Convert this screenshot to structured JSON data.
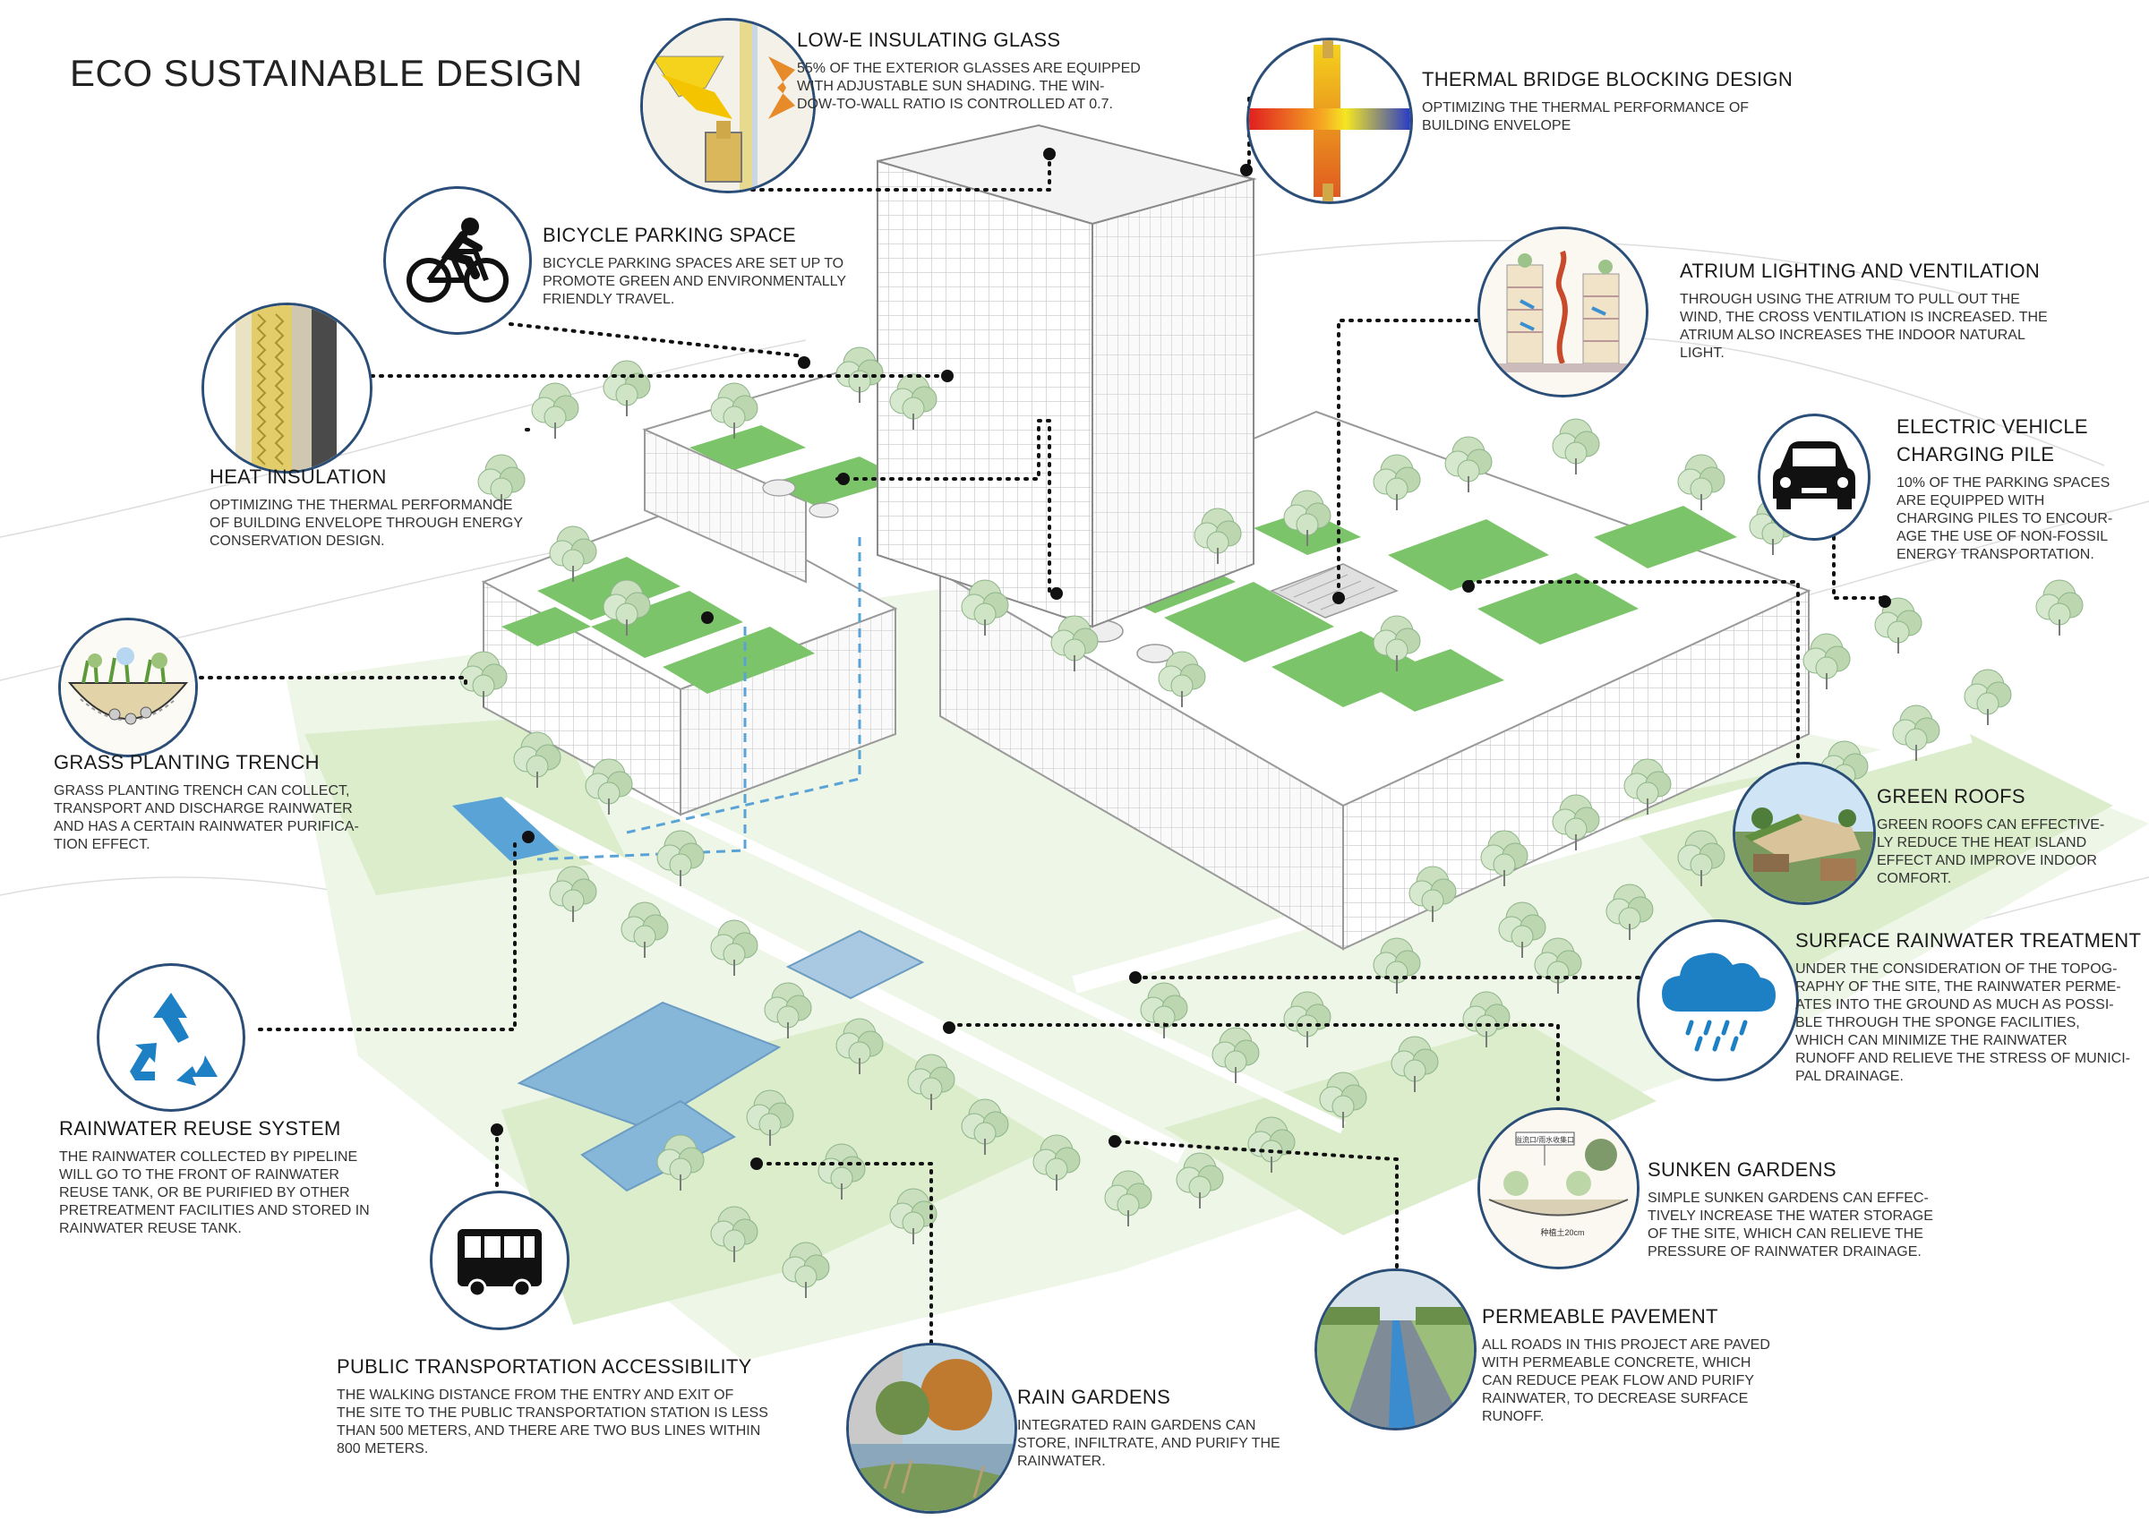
{
  "title": "ECO SUSTAINABLE DESIGN",
  "colors": {
    "accent_navy": "#2b4e78",
    "roof_green": "#7cc46a",
    "landscape_green": "#d8ecc6",
    "rain_blue": "#5aa3d6",
    "water_pool": "#86b6d8",
    "recycle_blue": "#1d7fc4"
  },
  "labels": {
    "lowe": {
      "title": "LOW-E INSULATING GLASS",
      "text": [
        "55% OF THE EXTERIOR GLASSES ARE EQUIPPED",
        "WITH ADJUSTABLE SUN SHADING. THE WIN-",
        "DOW-TO-WALL RATIO IS CONTROLLED AT 0.7."
      ]
    },
    "thermal": {
      "title": "THERMAL BRIDGE BLOCKING DESIGN",
      "text": [
        "OPTIMIZING THE THERMAL PERFORMANCE OF",
        "BUILDING ENVELOPE"
      ]
    },
    "bicycle": {
      "title": "BICYCLE PARKING SPACE",
      "text": [
        "BICYCLE PARKING SPACES ARE SET UP TO",
        "PROMOTE GREEN AND ENVIRONMENTALLY",
        "FRIENDLY TRAVEL."
      ]
    },
    "atrium": {
      "title": "ATRIUM LIGHTING AND VENTILATION",
      "text": [
        "THROUGH USING THE ATRIUM TO PULL OUT THE",
        "WIND, THE CROSS VENTILATION IS INCREASED. THE",
        "ATRIUM ALSO INCREASES THE INDOOR NATURAL",
        "LIGHT."
      ]
    },
    "heat": {
      "title": "HEAT INSULATION",
      "text": [
        "OPTIMIZING THE THERMAL PERFORMANCE",
        "OF BUILDING ENVELOPE THROUGH ENERGY",
        "CONSERVATION DESIGN."
      ]
    },
    "ev": {
      "title": [
        "ELECTRIC VEHICLE",
        "CHARGING PILE"
      ],
      "text": [
        "10% OF THE PARKING SPACES",
        "ARE EQUIPPED WITH",
        "CHARGING PILES TO ENCOUR-",
        "AGE THE USE OF NON-FOSSIL",
        "ENERGY TRANSPORTATION."
      ]
    },
    "grass": {
      "title": "GRASS PLANTING TRENCH",
      "text": [
        "GRASS PLANTING TRENCH CAN COLLECT,",
        "TRANSPORT AND DISCHARGE RAINWATER",
        "AND HAS A CERTAIN RAINWATER PURIFICA-",
        "TION EFFECT."
      ]
    },
    "greenroofs": {
      "title": "GREEN ROOFS",
      "text": [
        "GREEN ROOFS CAN EFFECTIVE-",
        "LY REDUCE THE HEAT ISLAND",
        "EFFECT AND IMPROVE INDOOR",
        "COMFORT."
      ]
    },
    "surface": {
      "title": "SURFACE RAINWATER TREATMENT",
      "text": [
        "UNDER THE CONSIDERATION OF THE TOPOG-",
        "RAPHY OF THE SITE, THE RAINWATER PERME-",
        "ATES INTO THE GROUND AS MUCH AS POSSI-",
        "BLE THROUGH THE SPONGE FACILITIES,",
        "WHICH CAN MINIMIZE THE RAINWATER",
        "RUNOFF AND RELIEVE THE STRESS OF MUNICI-",
        "PAL DRAINAGE."
      ]
    },
    "reuse": {
      "title": "RAINWATER REUSE SYSTEM",
      "text": [
        "THE RAINWATER COLLECTED BY PIPELINE",
        "WILL GO TO THE FRONT OF RAINWATER",
        "REUSE TANK, OR BE PURIFIED BY OTHER",
        "PRETREATMENT FACILITIES AND STORED IN",
        "RAINWATER REUSE TANK."
      ]
    },
    "sunken": {
      "title": "SUNKEN GARDENS",
      "text": [
        "SIMPLE SUNKEN GARDENS CAN EFFEC-",
        "TIVELY INCREASE THE WATER STORAGE",
        "OF THE SITE, WHICH CAN RELIEVE THE",
        "PRESSURE OF RAINWATER DRAINAGE."
      ]
    },
    "permeable": {
      "title": "PERMEABLE PAVEMENT",
      "text": [
        "ALL ROADS IN THIS PROJECT ARE PAVED",
        "WITH PERMEABLE CONCRETE, WHICH",
        "CAN REDUCE PEAK FLOW AND PURIFY",
        "RAINWATER, TO DECREASE SURFACE",
        "RUNOFF."
      ]
    },
    "public": {
      "title": "PUBLIC TRANSPORTATION ACCESSIBILITY",
      "text": [
        "THE WALKING DISTANCE FROM THE ENTRY AND EXIT OF",
        "THE SITE TO THE PUBLIC TRANSPORTATION STATION IS LESS",
        "THAN 500 METERS, AND THERE ARE TWO BUS LINES WITHIN",
        "800 METERS."
      ]
    },
    "raingardens": {
      "title": "RAIN GARDENS",
      "text": [
        "INTEGRATED RAIN GARDENS CAN",
        "STORE, INFILTRATE, AND PURIFY THE",
        "RAINWATER."
      ]
    }
  },
  "badge_text": {
    "sunken_sign": "溢流口/雨水收集口",
    "sunken_depth": "种植土20cm"
  },
  "icons": {
    "lowe": "glass-sun-shading-icon",
    "thermal": "thermal-bridge-icon",
    "bicycle": "bicycle-icon",
    "atrium": "atrium-section-icon",
    "heat": "insulation-layer-icon",
    "ev": "car-icon",
    "grass": "planting-trench-icon",
    "greenroofs": "green-roof-photo",
    "surface": "rain-cloud-icon",
    "reuse": "recycle-icon",
    "sunken": "sunken-garden-sketch",
    "permeable": "permeable-road-photo",
    "public": "bus-icon",
    "raingardens": "rain-garden-photo"
  }
}
